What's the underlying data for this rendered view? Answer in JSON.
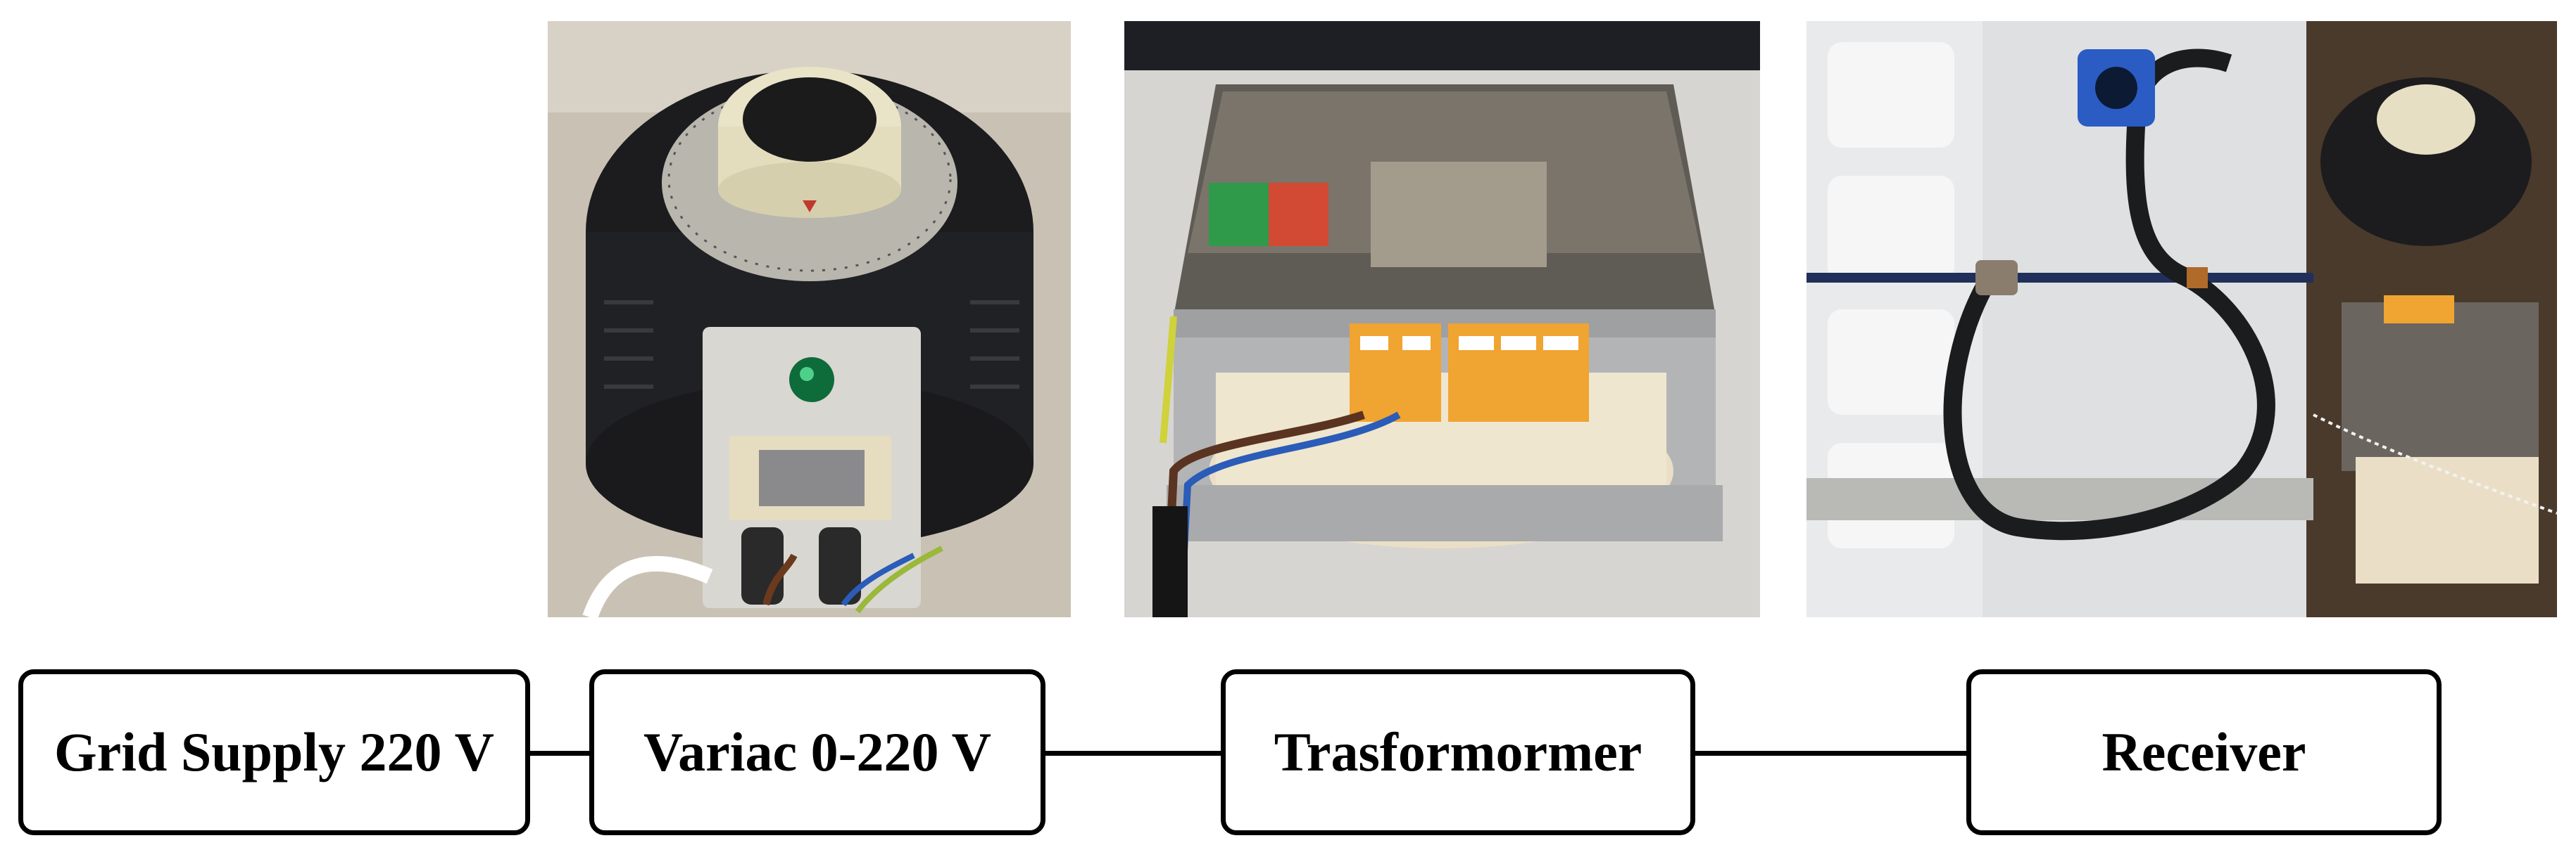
{
  "blocks": [
    {
      "label": "Grid Supply 220 V"
    },
    {
      "label": "Variac 0-220 V"
    },
    {
      "label": "Trasformormer"
    },
    {
      "label": "Receiver"
    }
  ],
  "photos": [
    {
      "subject": "variac"
    },
    {
      "subject": "transformer"
    },
    {
      "subject": "receiver"
    }
  ]
}
